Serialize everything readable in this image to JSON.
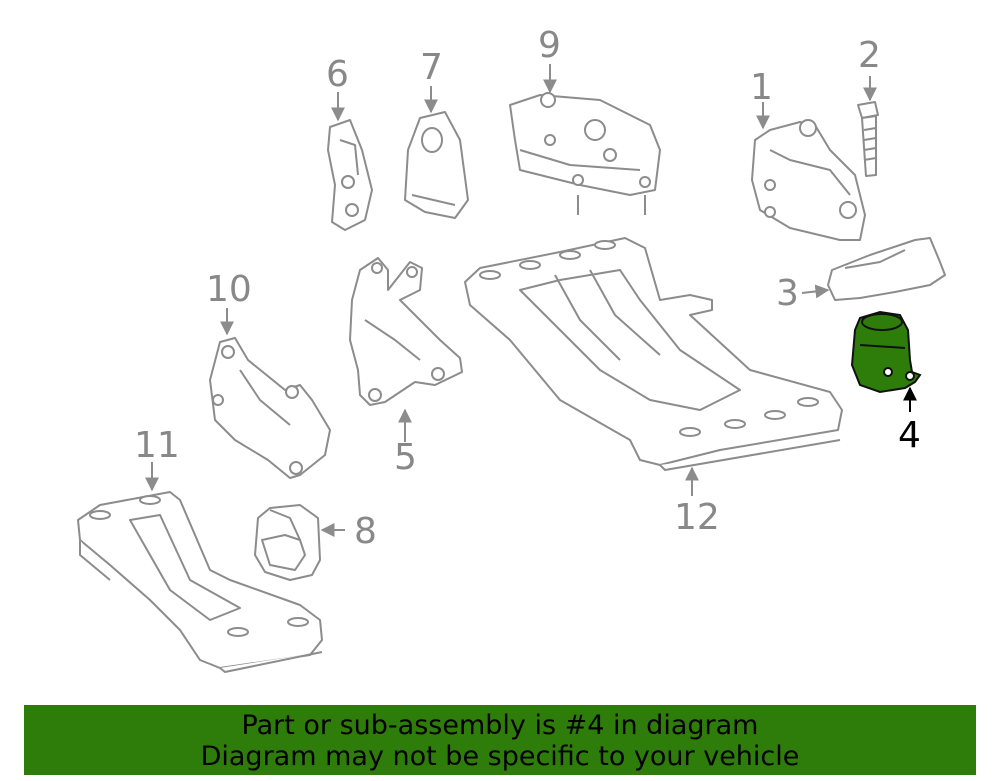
{
  "diagram": {
    "callouts": [
      "1",
      "2",
      "3",
      "4",
      "5",
      "6",
      "7",
      "8",
      "9",
      "10",
      "11",
      "12"
    ],
    "highlighted_part": "4",
    "highlight_color": "#2e7d0b",
    "line_color": "#8c8c8c"
  },
  "banner": {
    "line1": "Part or sub-assembly is #4 in diagram",
    "line2": "Diagram may not be specific to your vehicle",
    "background": "#2e7d0b"
  }
}
